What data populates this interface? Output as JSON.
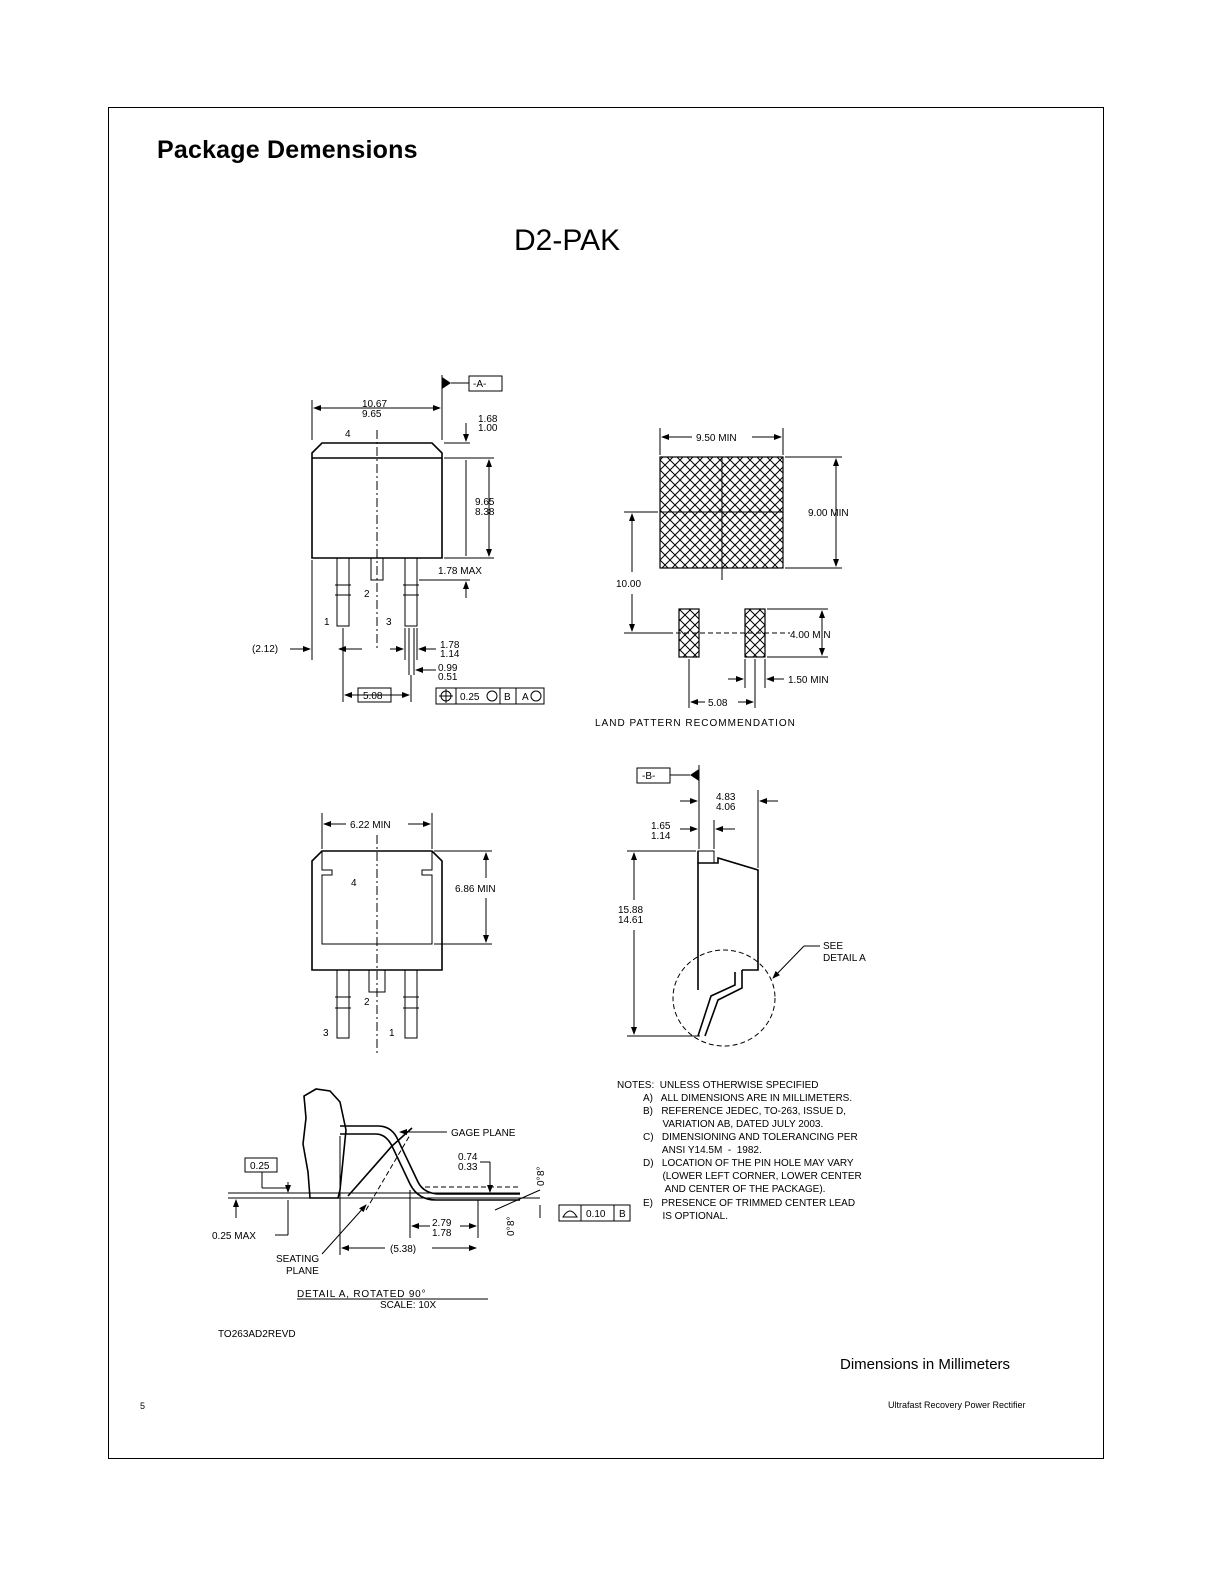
{
  "page": {
    "title": "Package Demensions",
    "package_name": "D2-PAK",
    "dimensions_note": "Dimensions in Millimeters",
    "footer_left": "5",
    "footer_right": "Ultrafast Recovery Power Rectifier"
  },
  "drawing": {
    "top_view": {
      "datum": "-A-",
      "width_max": "10.67",
      "width_min": "9.65",
      "top_max": "1.68",
      "top_min": "1.00",
      "body_max": "9.65",
      "body_min": "8.38",
      "lead_max": "1.78 MAX",
      "offset": "(2.12)",
      "pin_w_max": "1.78",
      "pin_w_min": "1.14",
      "pin_t_max": "0.99",
      "pin_t_min": "0.51",
      "pitch": "5.08",
      "tol": "0.25",
      "tol_ref1": "B",
      "tol_ref2": "A",
      "pin1": "1",
      "pin2": "2",
      "pin3": "3",
      "pin4": "4"
    },
    "land": {
      "w": "9.50 MIN",
      "h": "9.00 MIN",
      "total": "10.00",
      "pad_h": "4.00 MIN",
      "pad_w": "1.50 MIN",
      "pitch": "5.08",
      "caption": "LAND PATTERN RECOMMENDATION"
    },
    "bottom_view": {
      "w": "6.22 MIN",
      "h": "6.86 MIN",
      "pin_a": "3",
      "pin_b": "2",
      "pin_c": "1",
      "pin4": "4"
    },
    "side_view": {
      "datum": "-B-",
      "w_max": "4.83",
      "w_min": "4.06",
      "t_max": "1.65",
      "t_min": "1.14",
      "h_max": "15.88",
      "h_min": "14.61",
      "see1": "SEE",
      "see2": "DETAIL A"
    },
    "detail": {
      "gage": "GAGE PLANE",
      "box": "0.25",
      "max": "0.25 MAX",
      "th_max": "0.74",
      "th_min": "0.33",
      "ang_top": "8°",
      "ang_bot": "0°",
      "len_max": "2.79",
      "len_min": "1.78",
      "ref": "(5.38)",
      "flat": "0.10",
      "flat_ref": "B",
      "seating1": "SEATING",
      "seating2": "PLANE",
      "caption": "DETAIL A, ROTATED 90°",
      "scale": "SCALE: 10X"
    },
    "drawing_id": "TO263AD2REVD"
  },
  "notes": {
    "heading": "NOTES:  UNLESS OTHERWISE SPECIFIED",
    "lines": [
      "A)   ALL DIMENSIONS ARE IN MILLIMETERS.",
      "B)   REFERENCE JEDEC, TO-263, ISSUE D,",
      "       VARIATION AB, DATED JULY 2003.",
      "C)   DIMENSIONING AND TOLERANCING PER",
      "       ANSI Y14.5M  -  1982.",
      "D)   LOCATION OF THE PIN HOLE MAY VARY",
      "       (LOWER LEFT CORNER, LOWER CENTER",
      "        AND CENTER OF THE PACKAGE).",
      "E)   PRESENCE OF TRIMMED CENTER LEAD",
      "       IS OPTIONAL."
    ]
  }
}
